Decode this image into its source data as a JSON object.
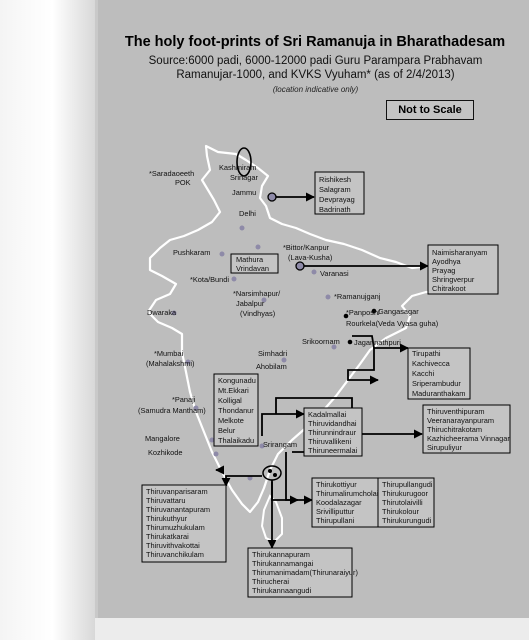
{
  "title": "The holy foot-prints of Sri Ramanuja in Bharathadesam",
  "subtitle": [
    "Source:6000 padi, 6000-12000 padi Guru Parampara Prabhavam",
    "Ramanujar-1000, and KVKS Vyuham* (as of 2/4/2013)"
  ],
  "note": "(location indicative only)",
  "scale_label": "Not to Scale",
  "places": {
    "saradaoeeth": "*Saradaoeeth",
    "pok": "POK",
    "kashmiram": "Kashmiram",
    "srinagar": "Srinagar",
    "jammu": "Jammu",
    "delhi": "Delhi",
    "pushkaram": "Pushkaram",
    "kota": "*Kota/Bundi",
    "dwaraka": "Dwaraka",
    "mumbai": "*Mumbai",
    "mahalakshmi": "(Mahalakshmi)",
    "panaji": "*Panaji",
    "samudra": "(Samudra Mantham)",
    "mangalore": "Mangalore",
    "kozhikode": "Kozhikode",
    "bittor": "*Bittor/Kanpur",
    "lavakusha": "(Lava-Kusha)",
    "varanasi": "Varanasi",
    "narsimhapur": "*Narsimhapur/",
    "jabalpur": "Jabalpur",
    "vindhyas": "(Vindhyas)",
    "ramanujganj": "*Ramanujganj",
    "gangasagar": "Gangasagar",
    "panposh": "*Panposh/",
    "rourkela": "Rourkela(Veda Vyasa guha)",
    "jagannath": "Jagannathpuri",
    "srikoornam": "Srikoornam",
    "simhadri": "Simhadri",
    "ahobilam": "Ahobilam",
    "srirangam": "Srirangam"
  },
  "boxes": {
    "rishikesh": [
      "Rishikesh",
      "Salagram",
      "Devprayag",
      "Badrinath"
    ],
    "mathura": [
      "Mathura",
      "Vrindavan"
    ],
    "naimisharanyam": [
      "Naimisharanyam",
      "Ayodhya",
      "Prayag",
      "Shringverpur",
      "Chitrakoot"
    ],
    "tirupathi": [
      "Tirupathi",
      "Kachivecca",
      "Kacchi",
      "Sriperambudur",
      "Maduranthakam"
    ],
    "kongunadu": [
      "Kongunadu",
      "Mt.Ekkari",
      "Kolligal",
      "Thondanur",
      "Melkote",
      "Belur",
      "Thalaikadu"
    ],
    "kadalmallai": [
      "Kadalmallai",
      "Thiruvidandhai",
      "Thirunnindraur",
      "Thiruvallikeni",
      "Thiruneermalai"
    ],
    "thiruventhipuram": [
      "Thiruventhipuram",
      "Veeranarayanpuram",
      "Thiruchitrakotam",
      "Kazhicheerama Vinnagar",
      "Sirupuliyur"
    ],
    "thirukottiyur": [
      "Thirukottiyur",
      "Thirumalirumcholai",
      "Koodalazagar",
      "Srivilliputtur",
      "Thirupullani"
    ],
    "thirupullangudi": [
      "Thirupullangudi",
      "Thirukurugoor",
      "Thirutolaivilli",
      "Thirukolour",
      "Thirukurungudi"
    ],
    "thiruvanparisaram": [
      "Thiruvanparisaram",
      "Thiruvattaru",
      "Thiruvanantapuram",
      "Thirukuthyur",
      "Thirumuzhukulam",
      "Thirukatkarai",
      "Thiruvithvakottai",
      "Thiruvanchikulam"
    ],
    "thirukannapuram": [
      "Thirukannapuram",
      "Thirukannamangai",
      "Thirumanimadam(Thirunaraiyur)",
      "Thirucherai",
      "Thirukannaangudi"
    ]
  }
}
